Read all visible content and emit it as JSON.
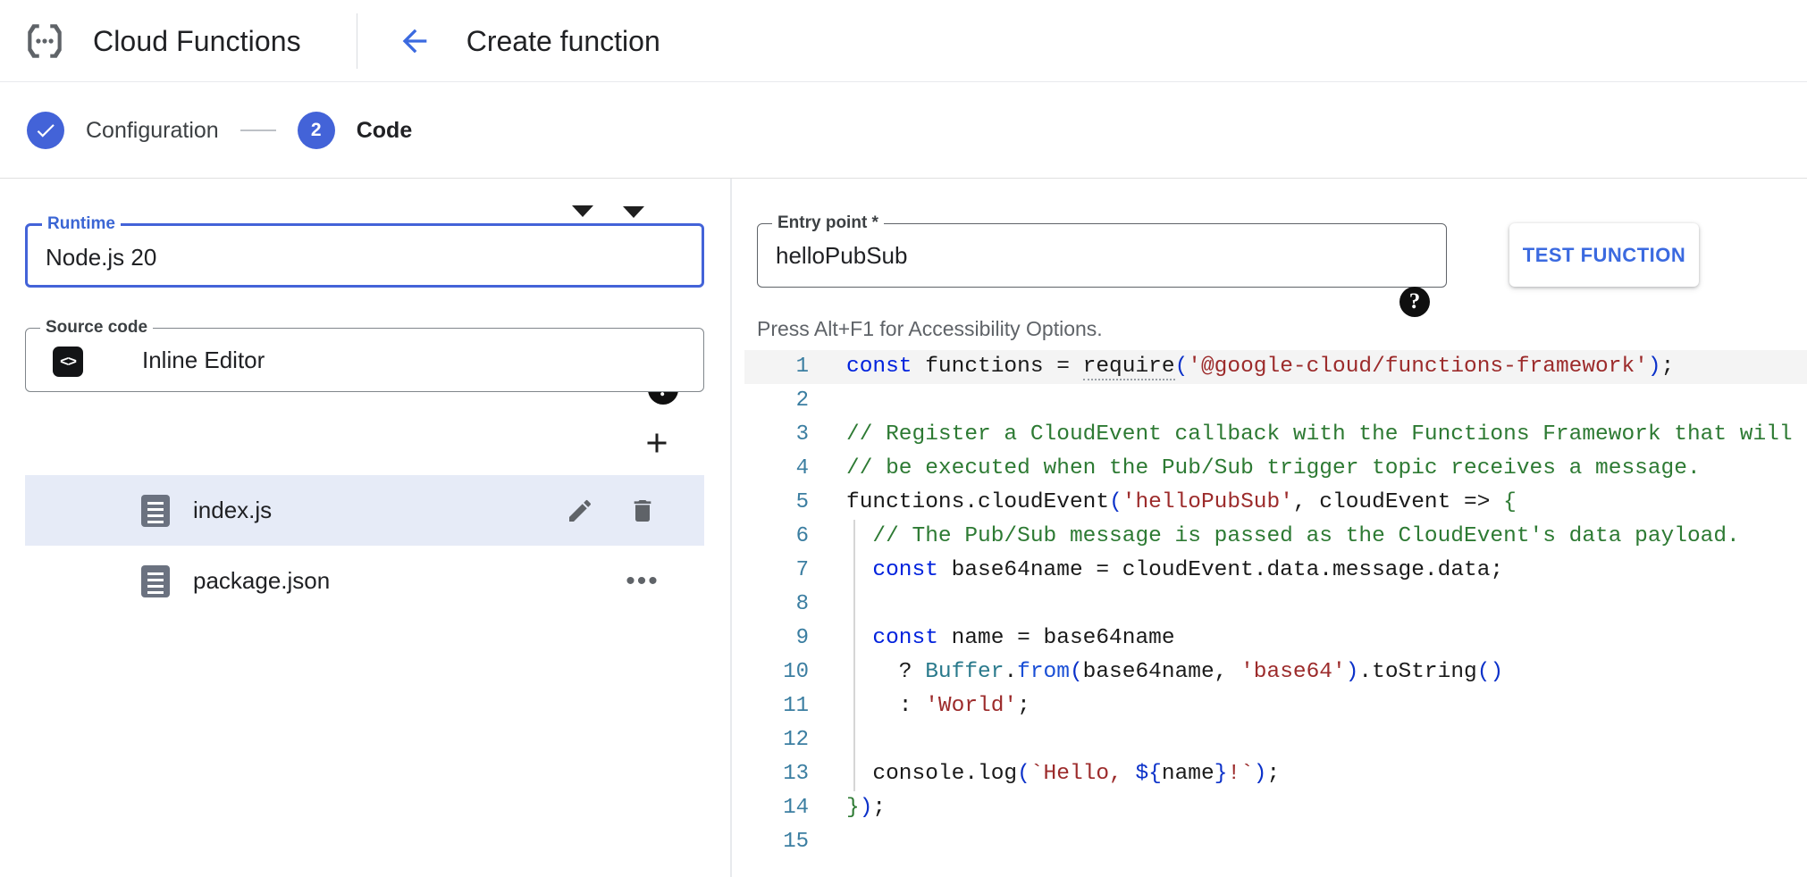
{
  "appbar": {
    "product_title": "Cloud Functions",
    "page_title": "Create function",
    "logo_icon": "cloud-functions-logo-icon",
    "back_icon": "arrow-back-icon"
  },
  "stepper": {
    "steps": [
      {
        "badge": "✓",
        "label": "Configuration",
        "state": "done"
      },
      {
        "badge": "2",
        "label": "Code",
        "state": "current"
      }
    ]
  },
  "left_panel": {
    "runtime": {
      "label": "Runtime",
      "value": "Node.js 20",
      "caret_icon": "chevron-down-icon",
      "help_icon": "help-circle-icon",
      "focused": true
    },
    "source_code": {
      "label": "Source code",
      "value": "Inline Editor",
      "badge_glyph": "<>",
      "badge_icon": "inline-code-icon",
      "caret_icon": "chevron-down-icon"
    },
    "add_file_icon": "plus-icon",
    "files": [
      {
        "name": "index.js",
        "icon": "file-document-icon",
        "selected": true,
        "actions": [
          "edit-pencil-icon",
          "delete-trash-icon"
        ]
      },
      {
        "name": "package.json",
        "icon": "file-document-icon",
        "selected": false,
        "actions": [
          "more-options-icon"
        ],
        "more_glyph": "•••"
      }
    ]
  },
  "right_panel": {
    "entry_point": {
      "label": "Entry point *",
      "value": "helloPubSub",
      "help_icon": "help-circle-icon"
    },
    "test_function_label": "TEST FUNCTION",
    "accessibility_hint": "Press Alt+F1 for Accessibility Options.",
    "editor": {
      "active_line": 1,
      "lines": [
        {
          "n": "1",
          "guide": false,
          "active": true,
          "tokens": [
            {
              "t": "const",
              "c": "kw"
            },
            {
              "t": " functions = ",
              "c": ""
            },
            {
              "t": "require",
              "c": "u"
            },
            {
              "t": "(",
              "c": "pn"
            },
            {
              "t": "'@google-cloud/functions-framework'",
              "c": "str"
            },
            {
              "t": ")",
              "c": "pn"
            },
            {
              "t": ";",
              "c": ""
            }
          ]
        },
        {
          "n": "2",
          "guide": false,
          "active": false,
          "tokens": []
        },
        {
          "n": "3",
          "guide": false,
          "active": false,
          "tokens": [
            {
              "t": "// Register a CloudEvent callback with the Functions Framework that will",
              "c": "cmt"
            }
          ]
        },
        {
          "n": "4",
          "guide": false,
          "active": false,
          "tokens": [
            {
              "t": "// be executed when the Pub/Sub trigger topic receives a message.",
              "c": "cmt"
            }
          ]
        },
        {
          "n": "5",
          "guide": false,
          "active": false,
          "tokens": [
            {
              "t": "functions.cloudEvent",
              "c": ""
            },
            {
              "t": "(",
              "c": "pn"
            },
            {
              "t": "'helloPubSub'",
              "c": "str"
            },
            {
              "t": ", cloudEvent => ",
              "c": ""
            },
            {
              "t": "{",
              "c": "grn"
            }
          ]
        },
        {
          "n": "6",
          "guide": true,
          "active": false,
          "tokens": [
            {
              "t": "  // The Pub/Sub message is passed as the CloudEvent's data payload.",
              "c": "cmt"
            }
          ]
        },
        {
          "n": "7",
          "guide": true,
          "active": false,
          "tokens": [
            {
              "t": "  ",
              "c": ""
            },
            {
              "t": "const",
              "c": "kw"
            },
            {
              "t": " base64name = cloudEvent.data.message.data;",
              "c": ""
            }
          ]
        },
        {
          "n": "8",
          "guide": true,
          "active": false,
          "tokens": []
        },
        {
          "n": "9",
          "guide": true,
          "active": false,
          "tokens": [
            {
              "t": "  ",
              "c": ""
            },
            {
              "t": "const",
              "c": "kw"
            },
            {
              "t": " name = base64name",
              "c": ""
            }
          ]
        },
        {
          "n": "10",
          "guide": true,
          "active": false,
          "tokens": [
            {
              "t": "    ? ",
              "c": ""
            },
            {
              "t": "Buffer",
              "c": "cls"
            },
            {
              "t": ".",
              "c": ""
            },
            {
              "t": "from",
              "c": "fn"
            },
            {
              "t": "(",
              "c": "pn"
            },
            {
              "t": "base64name, ",
              "c": ""
            },
            {
              "t": "'base64'",
              "c": "str"
            },
            {
              "t": ")",
              "c": "pn"
            },
            {
              "t": ".toString",
              "c": ""
            },
            {
              "t": "()",
              "c": "pn"
            }
          ]
        },
        {
          "n": "11",
          "guide": true,
          "active": false,
          "tokens": [
            {
              "t": "    : ",
              "c": ""
            },
            {
              "t": "'World'",
              "c": "str"
            },
            {
              "t": ";",
              "c": ""
            }
          ]
        },
        {
          "n": "12",
          "guide": true,
          "active": false,
          "tokens": []
        },
        {
          "n": "13",
          "guide": true,
          "active": false,
          "tokens": [
            {
              "t": "  console.log",
              "c": ""
            },
            {
              "t": "(",
              "c": "pn"
            },
            {
              "t": "`Hello, ",
              "c": "str"
            },
            {
              "t": "${",
              "c": "pn"
            },
            {
              "t": "name",
              "c": ""
            },
            {
              "t": "}",
              "c": "pn"
            },
            {
              "t": "!`",
              "c": "str"
            },
            {
              "t": ")",
              "c": "pn"
            },
            {
              "t": ";",
              "c": ""
            }
          ]
        },
        {
          "n": "14",
          "guide": false,
          "active": false,
          "tokens": [
            {
              "t": "}",
              "c": "grn"
            },
            {
              "t": ")",
              "c": "pn"
            },
            {
              "t": ";",
              "c": ""
            }
          ]
        },
        {
          "n": "15",
          "guide": false,
          "active": false,
          "tokens": []
        }
      ]
    }
  },
  "colors": {
    "accent_blue": "#4363d8",
    "link_blue": "#3b6ae0",
    "selected_row": "#e6ebf7",
    "comment_green": "#2d7a33",
    "string_red": "#9c2b2b",
    "keyword_blue": "#0022dd",
    "linenum_teal": "#3b7ea1"
  }
}
